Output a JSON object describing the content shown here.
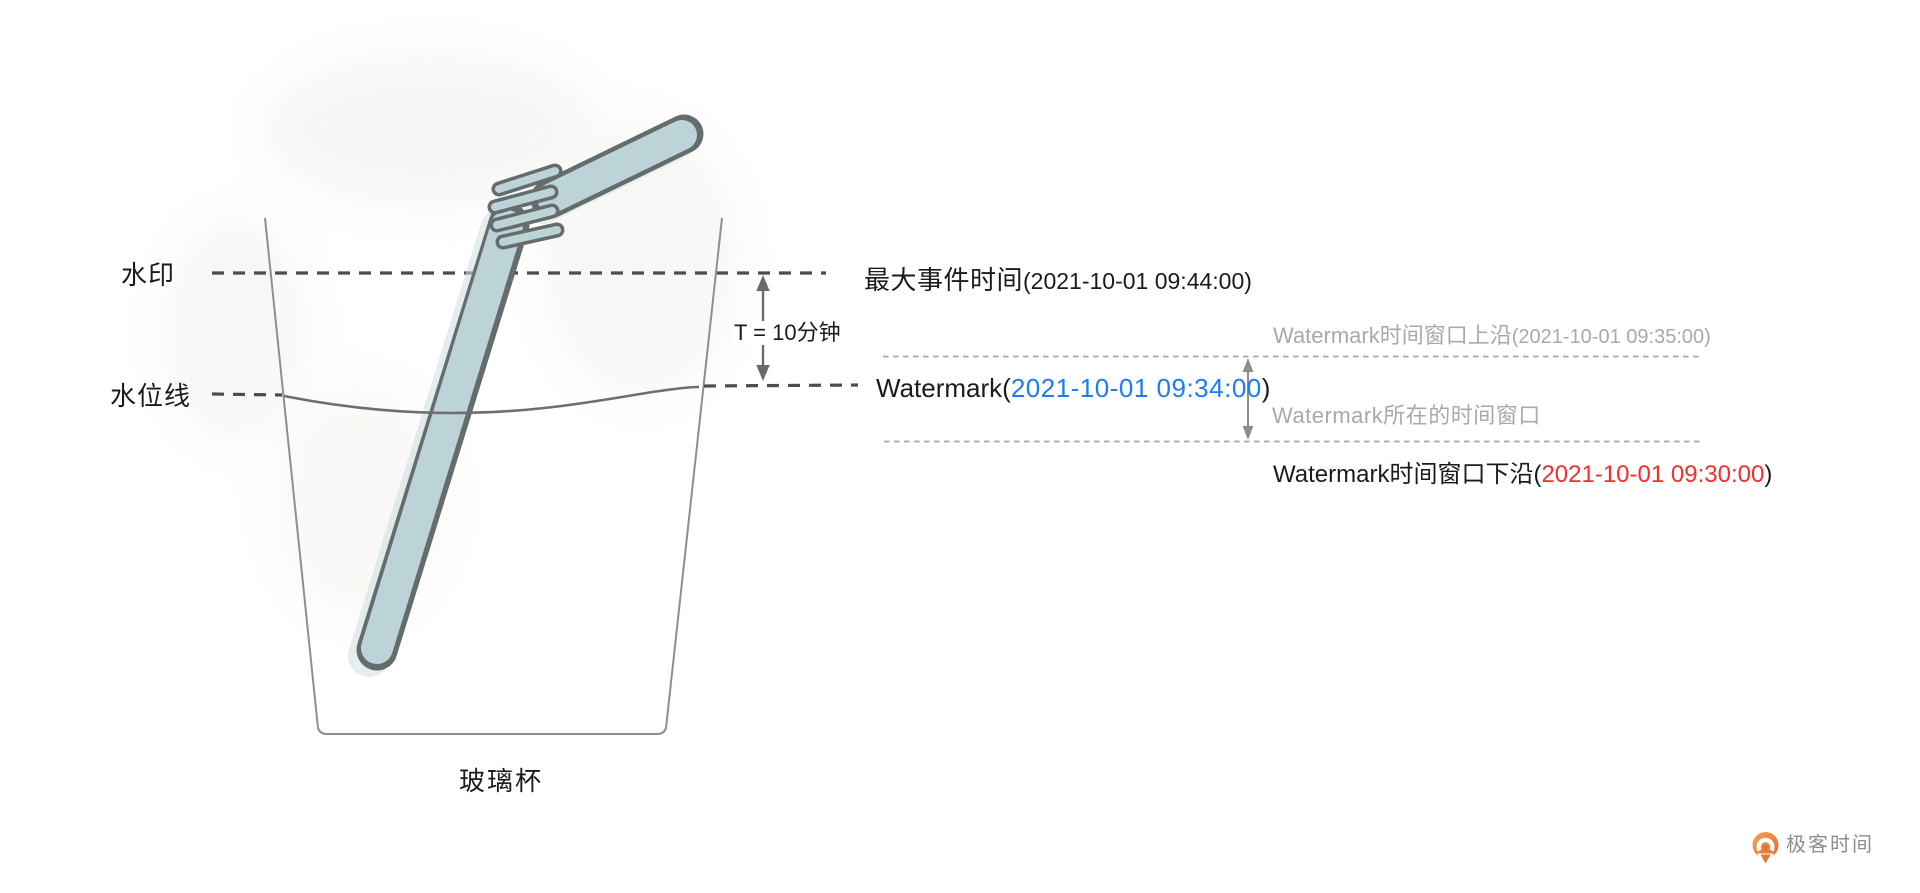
{
  "diagram": {
    "labels": {
      "watermark_cn": "水印",
      "water_level_cn": "水位线",
      "glass_cn": "玻璃杯",
      "t_offset": "T = 10分钟",
      "max_event_time": {
        "name": "最大事件时间",
        "time": "(2021-10-01 09:44:00)"
      },
      "watermark": {
        "name": "Watermark(",
        "time": "2021-10-01 09:34:00",
        "close": ")"
      },
      "window_upper_edge": {
        "name": "Watermark时间窗口上沿",
        "time": "(2021-10-01 09:35:00)"
      },
      "window_span": "Watermark所在的时间窗口",
      "window_lower_edge": {
        "name": "Watermark时间窗口下沿(",
        "time": "2021-10-01 09:30:00",
        "close": ")"
      }
    },
    "colors": {
      "watermark_time_blue": "#1a7cf8",
      "window_lower_time_red": "#f92c2c",
      "annotation_gray": "#a9a9a9",
      "text_black": "#1b1b1b",
      "dashed_line_dark": "#4d4d4d",
      "dotted_line_gray": "#a8a8a8",
      "straw_fill": "#bcd4d8",
      "straw_outline": "#666b6d",
      "glass_outline": "#8f8f8f",
      "logo_orange": "#ee7e33"
    },
    "logo": {
      "text": "极客时间"
    }
  }
}
